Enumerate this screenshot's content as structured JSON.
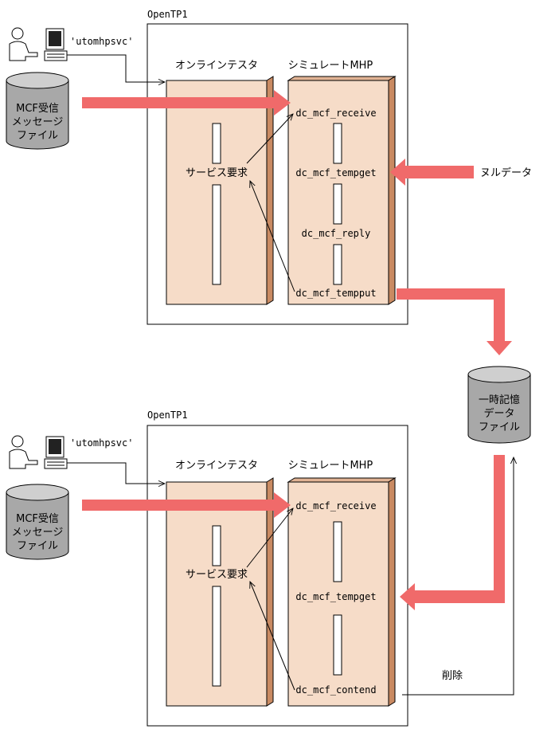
{
  "colors": {
    "box_fill": "#f6dcc8",
    "box_side": "#c98a62",
    "flow_arrow": "#f06a6a",
    "cylinder_fill": "#a8a8a8"
  },
  "top": {
    "system_label": "OpenTP1",
    "service_id": "'utomhpsvc'",
    "tester_label": "オンラインテスタ",
    "simulator_label": "シミュレートMHP",
    "service_request_label": "サービス要求",
    "input_file": [
      "MCF受信",
      "メッセージ",
      "ファイル"
    ],
    "functions": [
      "dc_mcf_receive",
      "dc_mcf_tempget",
      "dc_mcf_reply",
      "dc_mcf_tempput"
    ],
    "null_data_label": "ヌルデータ"
  },
  "temp_file": [
    "一時記憶",
    "データ",
    "ファイル"
  ],
  "bottom": {
    "system_label": "OpenTP1",
    "service_id": "'utomhpsvc'",
    "tester_label": "オンラインテスタ",
    "simulator_label": "シミュレートMHP",
    "service_request_label": "サービス要求",
    "input_file": [
      "MCF受信",
      "メッセージ",
      "ファイル"
    ],
    "functions": [
      "dc_mcf_receive",
      "dc_mcf_tempget",
      "dc_mcf_contend"
    ],
    "delete_label": "削除"
  }
}
